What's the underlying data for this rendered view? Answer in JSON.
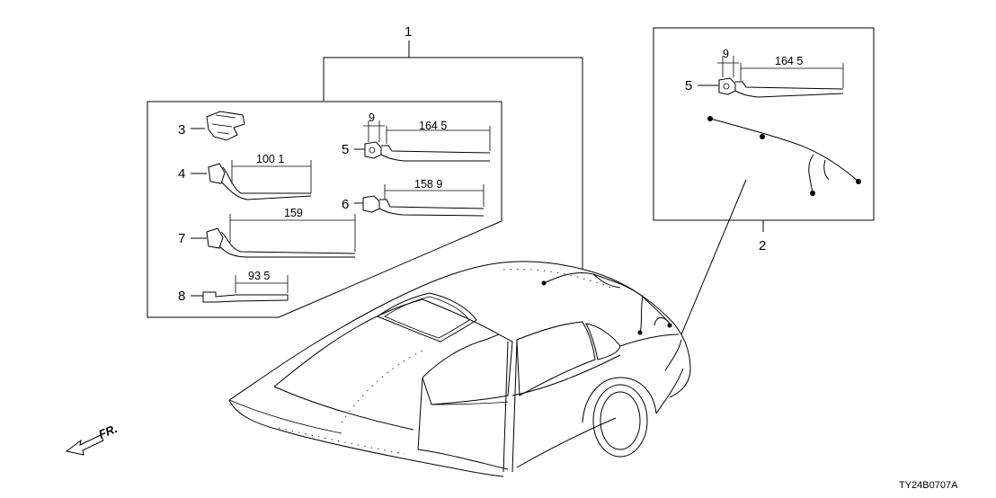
{
  "callouts": {
    "assembly_1": "1",
    "assembly_2": "2",
    "part_3": "3",
    "part_4": "4",
    "part_5_left": "5",
    "part_5_right": "5",
    "part_6": "6",
    "part_7": "7",
    "part_8": "8"
  },
  "dimensions": {
    "part_5_left_offset": "9",
    "part_5_left_length": "164 5",
    "part_5_right_offset": "9",
    "part_5_right_length": "164 5",
    "part_4_length": "100 1",
    "part_6_length": "158 9",
    "part_7_length": "159",
    "part_8_length": "93 5"
  },
  "direction_label": "FR.",
  "diagram_code": "TY24B0707A",
  "icons": [
    "front-direction-arrow-icon"
  ]
}
